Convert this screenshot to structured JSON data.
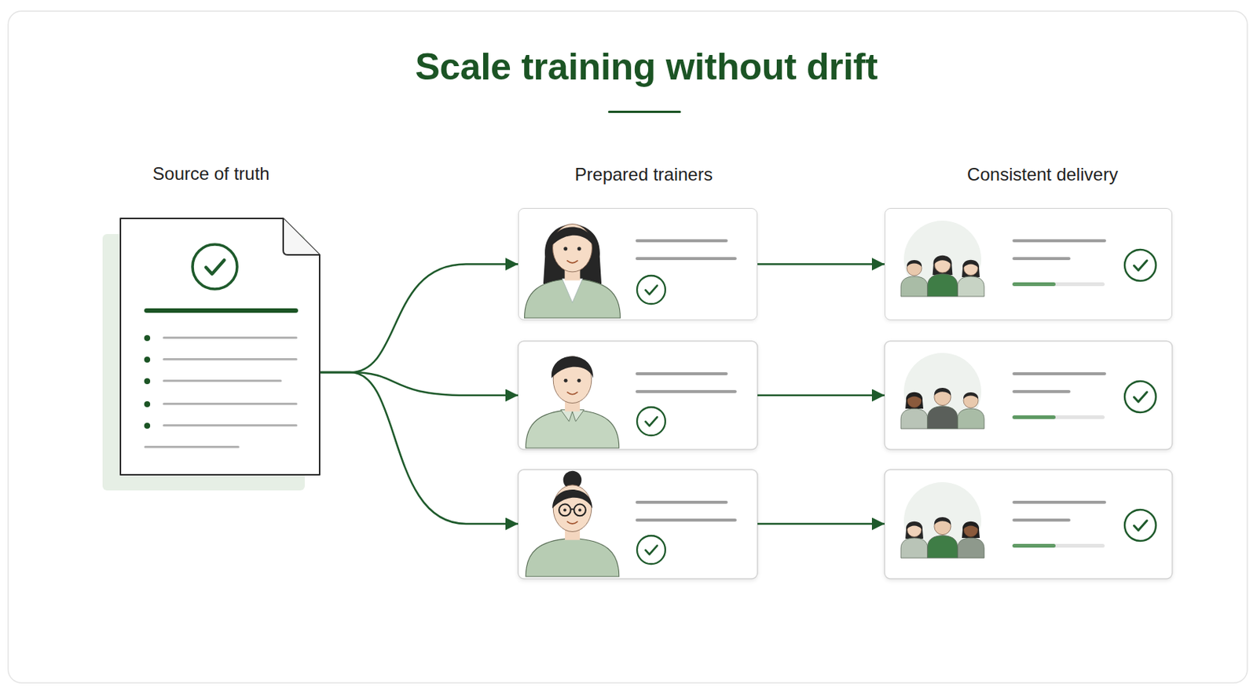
{
  "diagram": {
    "title": "Scale training without drift",
    "nodes": [
      {
        "text": [
          "Source of truth"
        ]
      },
      {
        "text": [
          "Prepared trainers"
        ]
      },
      {
        "text": [
          "Consistent delivery"
        ]
      }
    ],
    "edges": [
      {
        "from": 0,
        "to": 1,
        "arrow": "to"
      },
      {
        "from": 1,
        "to": 2,
        "arrow": "to"
      }
    ]
  }
}
